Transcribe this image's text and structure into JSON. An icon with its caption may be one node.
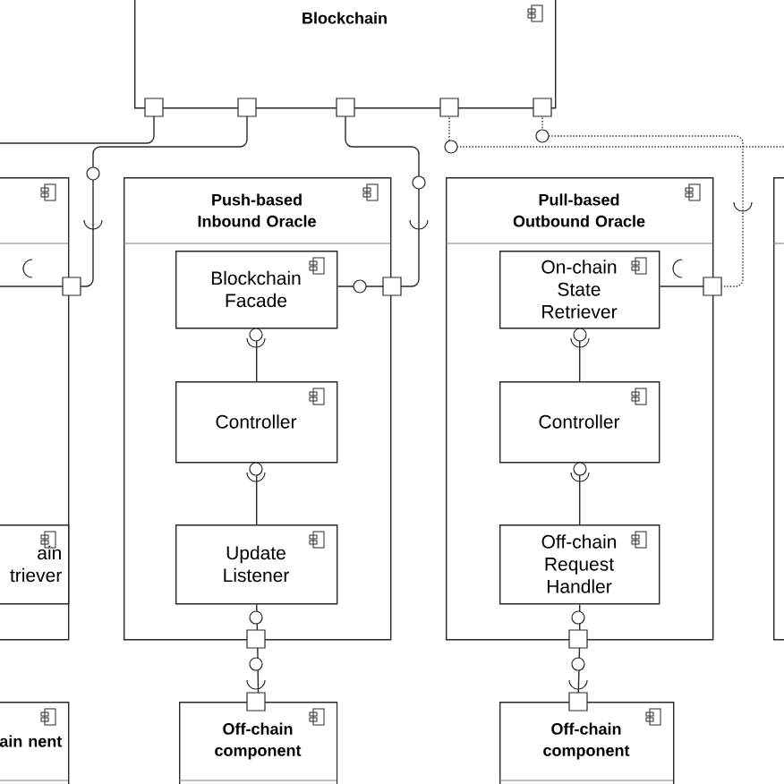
{
  "diagram": {
    "nodes": [
      {
        "text": [
          "Blockchain"
        ]
      },
      {
        "text": [
          "Push-based Inbound Oracle"
        ]
      },
      {
        "text": [
          "Blockchain Facade"
        ],
        "in": 1
      },
      {
        "text": [
          "Controller"
        ],
        "in": 1
      },
      {
        "text": [
          "Update Listener"
        ],
        "in": 1
      },
      {
        "text": [
          "Pull-based Outbound Oracle"
        ]
      },
      {
        "text": [
          "On-chain State Retriever"
        ],
        "in": 5
      },
      {
        "text": [
          "Controller"
        ],
        "in": 5
      },
      {
        "text": [
          "Off-chain Request Handler"
        ],
        "in": 5
      },
      {
        "text": [
          "Off-chain component"
        ]
      },
      {
        "text": [
          "Off-chain component"
        ]
      },
      {
        "text": [],
        "shape": "box"
      },
      {
        "text": [
          "ain triever"
        ],
        "in": 11
      },
      {
        "text": [
          "ain nent"
        ]
      },
      {
        "text": [],
        "shape": "box"
      }
    ],
    "edges": [
      {
        "from": 0,
        "to": null,
        "arrow": "other"
      },
      {
        "from": 0,
        "to": 11,
        "arrow": "other"
      },
      {
        "from": 11,
        "to": null,
        "arrow": "other"
      },
      {
        "from": 0,
        "to": 1,
        "arrow": "other"
      },
      {
        "from": 1,
        "to": 2,
        "arrow": "other"
      },
      {
        "from": 0,
        "to": null,
        "arrow": "other",
        "style": "dashed"
      },
      {
        "from": 0,
        "to": 5,
        "arrow": "other",
        "style": "dashed"
      },
      {
        "from": 5,
        "to": 6,
        "arrow": "other"
      },
      {
        "from": 2,
        "to": 3,
        "arrow": "other"
      },
      {
        "from": 3,
        "to": 4,
        "arrow": "other"
      },
      {
        "from": 6,
        "to": 7,
        "arrow": "other"
      },
      {
        "from": 7,
        "to": 8,
        "arrow": "other"
      },
      {
        "from": 4,
        "to": 1,
        "arrow": "other"
      },
      {
        "from": 1,
        "to": 9,
        "arrow": "other"
      },
      {
        "from": 8,
        "to": 5,
        "arrow": "other"
      },
      {
        "from": 5,
        "to": 10,
        "arrow": "other"
      }
    ]
  }
}
